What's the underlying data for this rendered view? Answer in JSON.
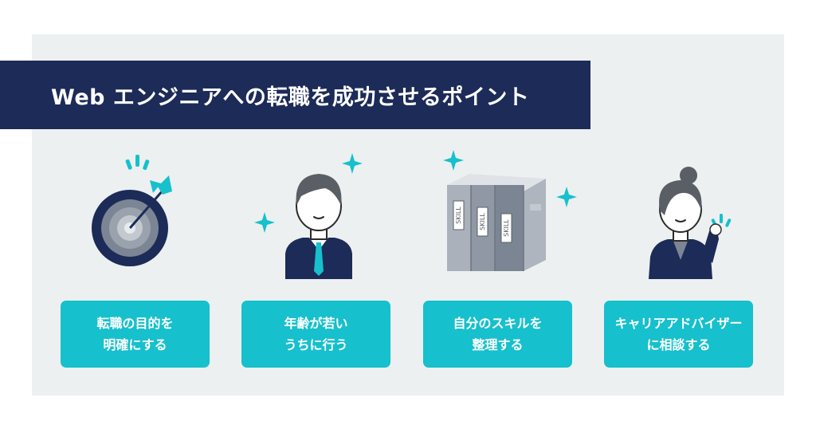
{
  "title": "Web エンジニアへの転職を成功させるポイント",
  "colors": {
    "navy": "#1c2b57",
    "teal": "#16c0cc",
    "panel": "#ecf0f1",
    "gray": "#7c8594"
  },
  "points": [
    {
      "icon": "target-arrow-icon",
      "line1": "転職の目的を",
      "line2": "明確にする"
    },
    {
      "icon": "businessman-icon",
      "line1": "年齢が若い",
      "line2": "うちに行う"
    },
    {
      "icon": "skill-binders-icon",
      "line1": "自分のスキルを",
      "line2": "整理する"
    },
    {
      "icon": "advisor-woman-icon",
      "line1": "キャリアアドバイザー",
      "line2": "に相談する"
    }
  ],
  "binder_labels": [
    "SKILL",
    "SKILL",
    "SKILL"
  ]
}
